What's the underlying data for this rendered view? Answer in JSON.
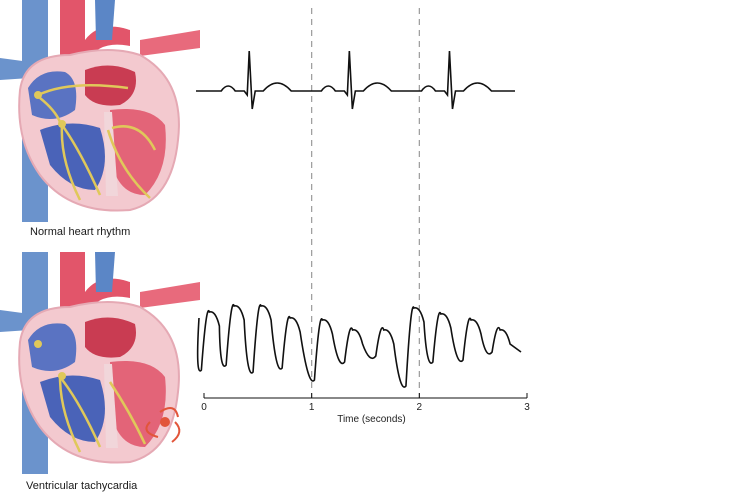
{
  "panels": {
    "normal_label": "Normal heart rhythm",
    "vt_label": "Ventricular tachycardia"
  },
  "chart_data": {
    "type": "line",
    "xlabel": "Time (seconds)",
    "x_ticks": [
      "0",
      "1",
      "2",
      "3"
    ],
    "xlim": [
      0,
      3
    ],
    "reference_lines_x": [
      1,
      2
    ],
    "series": [
      {
        "qrs_times": [
          0.42,
          1.35,
          2.28
        ]
      },
      {
        "peak_times": [
          0.05,
          0.28,
          0.53,
          0.8,
          1.1,
          1.38,
          1.67,
          1.95,
          2.2,
          2.48,
          2.75
        ]
      }
    ]
  },
  "colors": {
    "vein_blue": "#5b86c6",
    "artery_red": "#e2556a",
    "atrium_red": "#c93c52",
    "ventricle_blue": "#4a63b8",
    "pathway": "#e0c85a",
    "vt_focus": "#e2553a"
  }
}
